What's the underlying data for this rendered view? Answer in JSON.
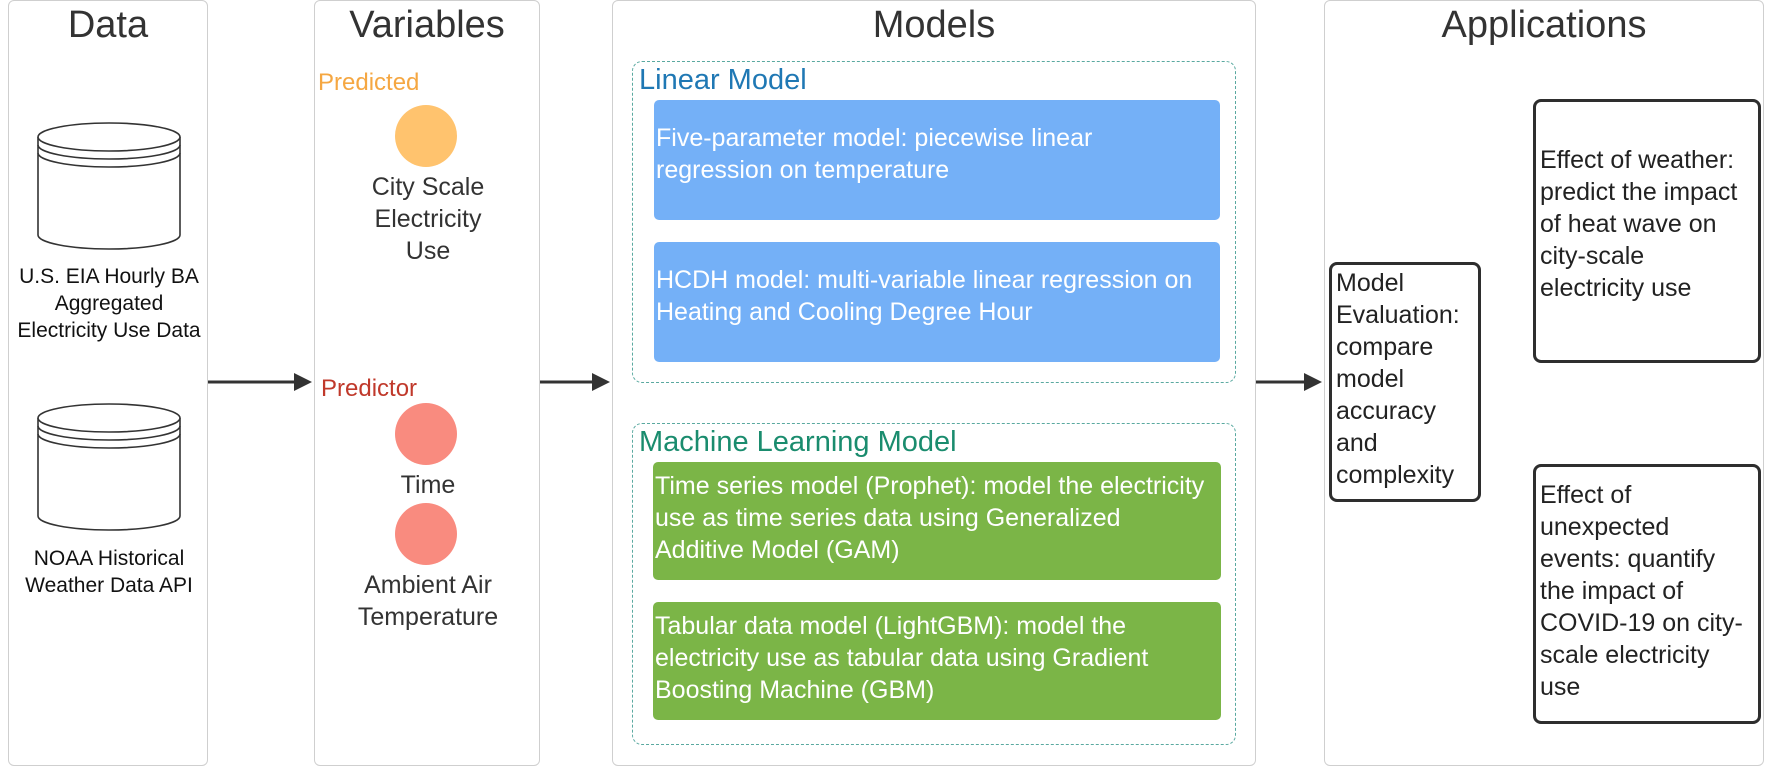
{
  "panels": {
    "data": {
      "title": "Data",
      "sources": [
        {
          "label": "U.S. EIA Hourly BA Aggregated Electricity Use Data"
        },
        {
          "label": "NOAA Historical Weather Data API"
        }
      ]
    },
    "variables": {
      "title": "Variables",
      "predicted_tag": "Predicted",
      "predicted": [
        {
          "label": "City Scale Electricity Use"
        }
      ],
      "predictor_tag": "Predictor",
      "predictors": [
        {
          "label": "Time"
        },
        {
          "label": "Ambient Air Temperature"
        }
      ]
    },
    "models": {
      "title": "Models",
      "linear_group": {
        "title": "Linear Model",
        "items": [
          {
            "label": "Five-parameter model: piecewise linear regression on temperature"
          },
          {
            "label": "HCDH model: multi-variable linear regression on Heating and Cooling Degree Hour"
          }
        ]
      },
      "ml_group": {
        "title": "Machine Learning Model",
        "items": [
          {
            "label": "Time series model (Prophet): model the electricity use as time series data using Generalized Additive Model (GAM)"
          },
          {
            "label": "Tabular data model (LightGBM): model the electricity use as tabular data using Gradient Boosting Machine (GBM)"
          }
        ]
      }
    },
    "applications": {
      "title": "Applications",
      "evaluation": "Model Evaluation: compare model accuracy and complexity",
      "items": [
        {
          "label": "Effect of weather: predict the impact of heat wave on city-scale electricity use"
        },
        {
          "label": "Effect of unexpected events: quantify the impact of COVID-19 on city-scale electricity use"
        }
      ]
    }
  },
  "colors": {
    "predicted": "#f5a742",
    "predicted_circle": "#ffc36e",
    "predictor": "#c0392b",
    "predictor_circle": "#f98b7f",
    "linear_title": "#1f78b4",
    "ml_title": "#1a8c6e",
    "linear_box": "#74b0f7",
    "ml_box": "#7bb547"
  }
}
